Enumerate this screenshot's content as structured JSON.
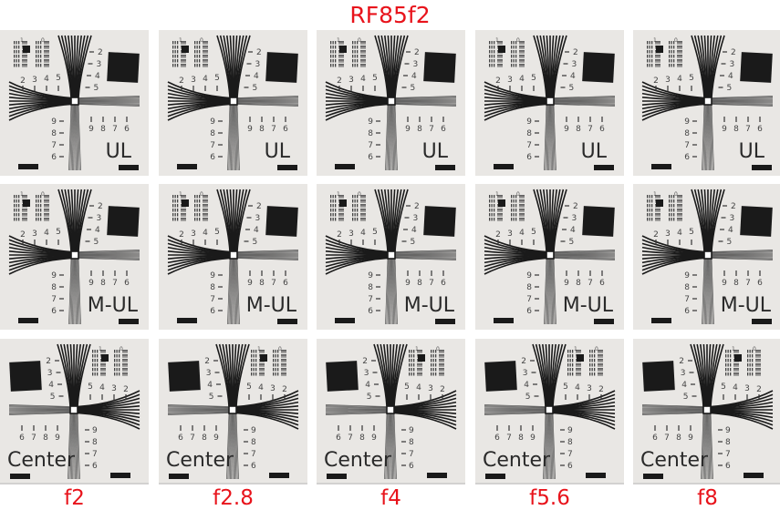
{
  "title": "RF85f2",
  "columns": [
    "f2",
    "f2.8",
    "f4",
    "f5.6",
    "f8"
  ],
  "rows": [
    {
      "label": "UL",
      "mirrored": false
    },
    {
      "label": "M-UL",
      "mirrored": false
    },
    {
      "label": "Center",
      "mirrored": true
    }
  ],
  "chart_marks": {
    "side_numbers": [
      "2",
      "3",
      "4",
      "5"
    ],
    "lower_numbers": [
      "9",
      "8",
      "7",
      "6"
    ],
    "group_numbers": [
      "1",
      "0"
    ]
  },
  "colors": {
    "accent": "#e8131b",
    "tile_background": "#e9e7e4",
    "ink": "#1a1a1a"
  }
}
